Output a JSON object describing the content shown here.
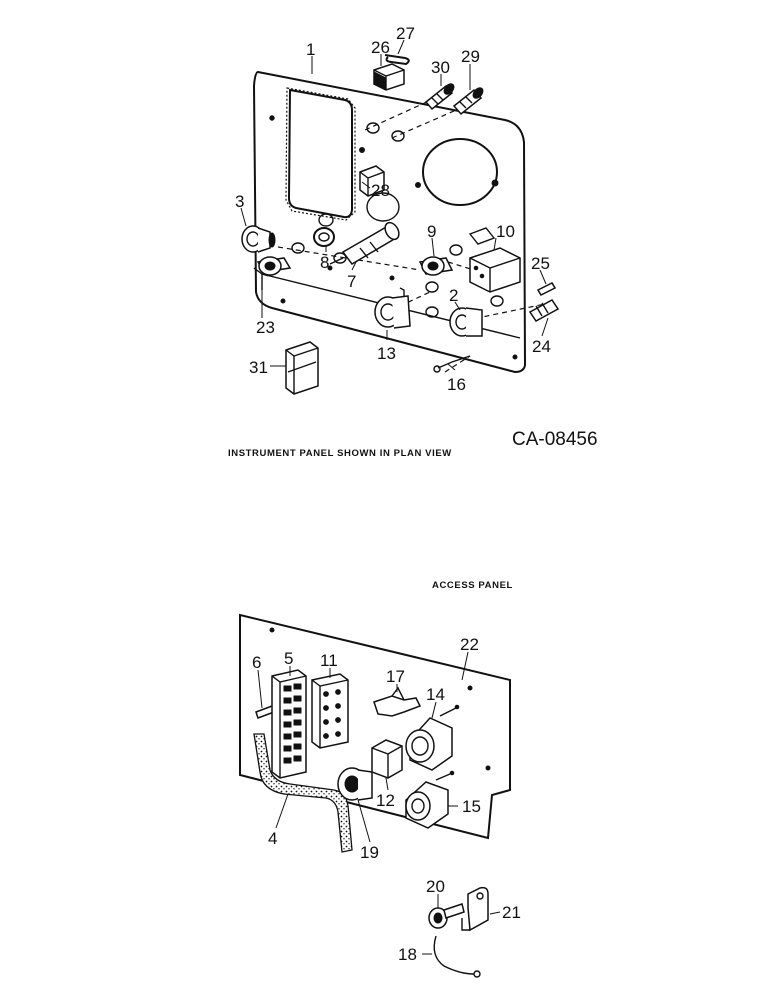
{
  "figure_code": "CA-08456",
  "captions": {
    "instrument_panel": "INSTRUMENT PANEL SHOWN IN PLAN VIEW",
    "access_panel": "ACCESS PANEL"
  },
  "callouts": {
    "c1": "1",
    "c2": "2",
    "c3": "3",
    "c4": "4",
    "c5": "5",
    "c6": "6",
    "c7": "7",
    "c8": "8",
    "c9": "9",
    "c10": "10",
    "c11": "11",
    "c12": "12",
    "c13": "13",
    "c14": "14",
    "c15": "15",
    "c16": "16",
    "c17": "17",
    "c18": "18",
    "c19": "19",
    "c20": "20",
    "c21": "21",
    "c22": "22",
    "c23": "23",
    "c24": "24",
    "c25": "25",
    "c26": "26",
    "c27": "27",
    "c28": "28",
    "c29": "29",
    "c30": "30",
    "c31": "31"
  }
}
